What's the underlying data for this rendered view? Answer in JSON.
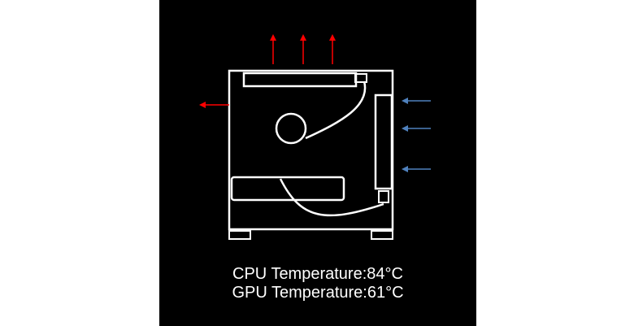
{
  "colors": {
    "page_background": "#ffffff",
    "panel_background": "#000000",
    "outline": "#ffffff",
    "exhaust_arrow": "#ff0000",
    "intake_arrow": "#4f81bd"
  },
  "diagram": {
    "exhaust_arrows": [
      {
        "direction": "up"
      },
      {
        "direction": "up"
      },
      {
        "direction": "up"
      },
      {
        "direction": "left"
      }
    ],
    "intake_arrows": [
      {
        "direction": "left"
      },
      {
        "direction": "left"
      },
      {
        "direction": "left"
      }
    ]
  },
  "readouts": {
    "cpu": "CPU Temperature:84°C",
    "gpu": "GPU Temperature:61°C"
  }
}
